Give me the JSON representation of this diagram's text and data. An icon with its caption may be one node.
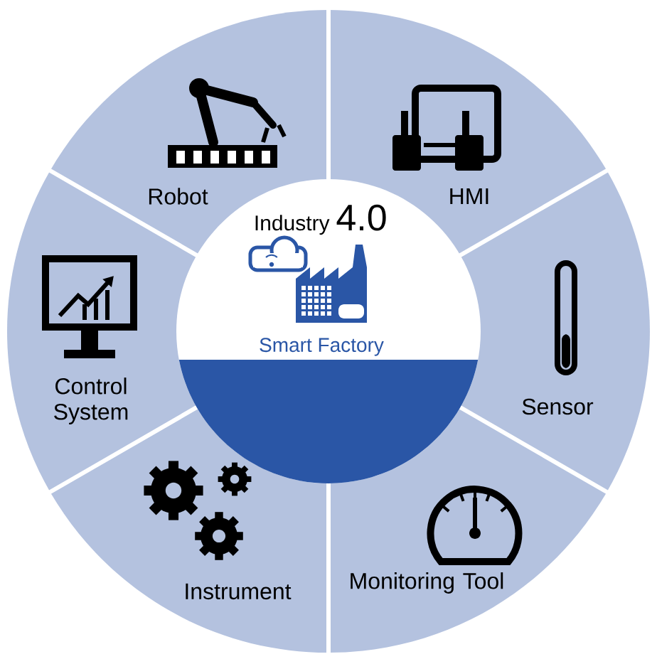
{
  "diagram": {
    "nodes": [
      {
        "text": [
          "Industry",
          "4.0",
          "Smart Factory"
        ]
      },
      {
        "text": [
          "Robot"
        ]
      },
      {
        "text": [
          "HMI"
        ]
      },
      {
        "text": [
          "Sensor"
        ]
      },
      {
        "text": [
          "Monitoring Tool"
        ]
      },
      {
        "text": [
          "Instrument"
        ]
      },
      {
        "text": [
          "Control System"
        ]
      }
    ]
  }
}
